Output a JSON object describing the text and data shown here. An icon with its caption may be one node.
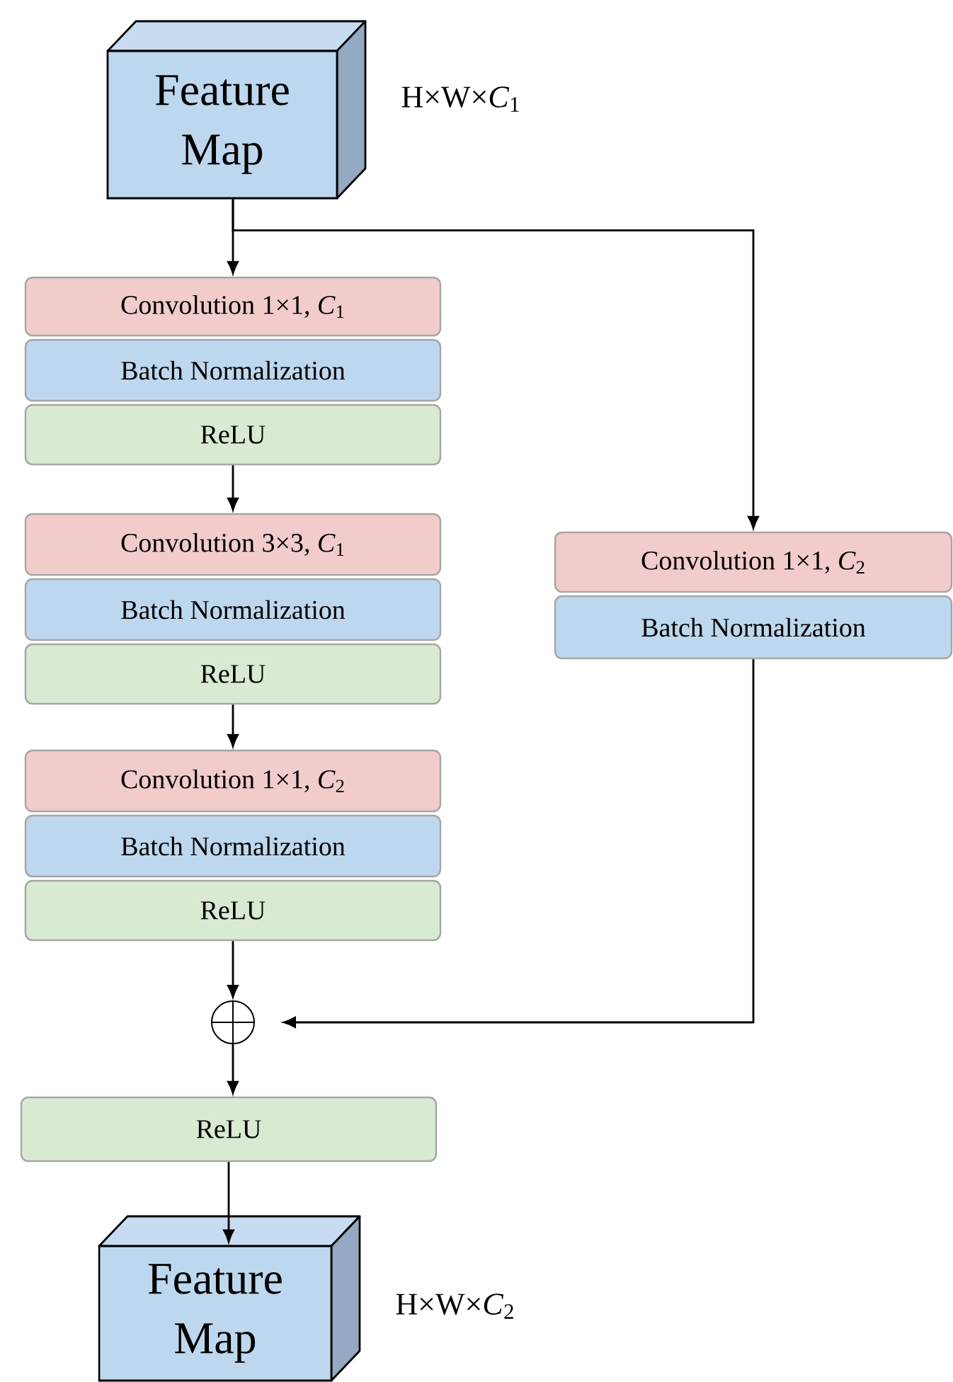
{
  "diagram": {
    "nodes": [
      {
        "text": [
          "Feature Map"
        ],
        "beside": [
          "H×W×*C*$_{1}$"
        ]
      },
      {
        "text": [
          "Convolution 1×1, *C*$_{1}$"
        ]
      },
      {
        "text": [
          "Batch Normalization"
        ]
      },
      {
        "text": [
          "ReLU"
        ]
      },
      {
        "text": [
          "Convolution 3×3, *C*$_{1}$"
        ]
      },
      {
        "text": [
          "Batch Normalization"
        ]
      },
      {
        "text": [
          "ReLU"
        ]
      },
      {
        "text": [
          "Convolution 1×1, *C*$_{2}$"
        ]
      },
      {
        "text": [
          "Batch Normalization"
        ]
      },
      {
        "text": [
          "ReLU"
        ]
      },
      {
        "text": [
          "Convolution 1×1, *C*$_{2}$"
        ]
      },
      {
        "text": [
          "Batch Normalization"
        ]
      },
      {
        "text": [],
        "shape": "circle"
      },
      {
        "text": [
          "ReLU"
        ]
      },
      {
        "text": [
          "Feature Map"
        ],
        "beside": [
          "H×W×*C*$_{2}$"
        ]
      }
    ],
    "edges": [
      {
        "from": 0,
        "to": 1,
        "arrow": "to"
      },
      {
        "from": 0,
        "to": 10,
        "arrow": "to"
      },
      {
        "from": 3,
        "to": 4,
        "arrow": "to"
      },
      {
        "from": 6,
        "to": 7,
        "arrow": "to"
      },
      {
        "from": 9,
        "to": 12,
        "arrow": "to"
      },
      {
        "from": 11,
        "to": 12,
        "arrow": "to"
      },
      {
        "from": 12,
        "to": 13,
        "arrow": "to"
      },
      {
        "from": 13,
        "to": 14,
        "arrow": "to"
      }
    ]
  }
}
